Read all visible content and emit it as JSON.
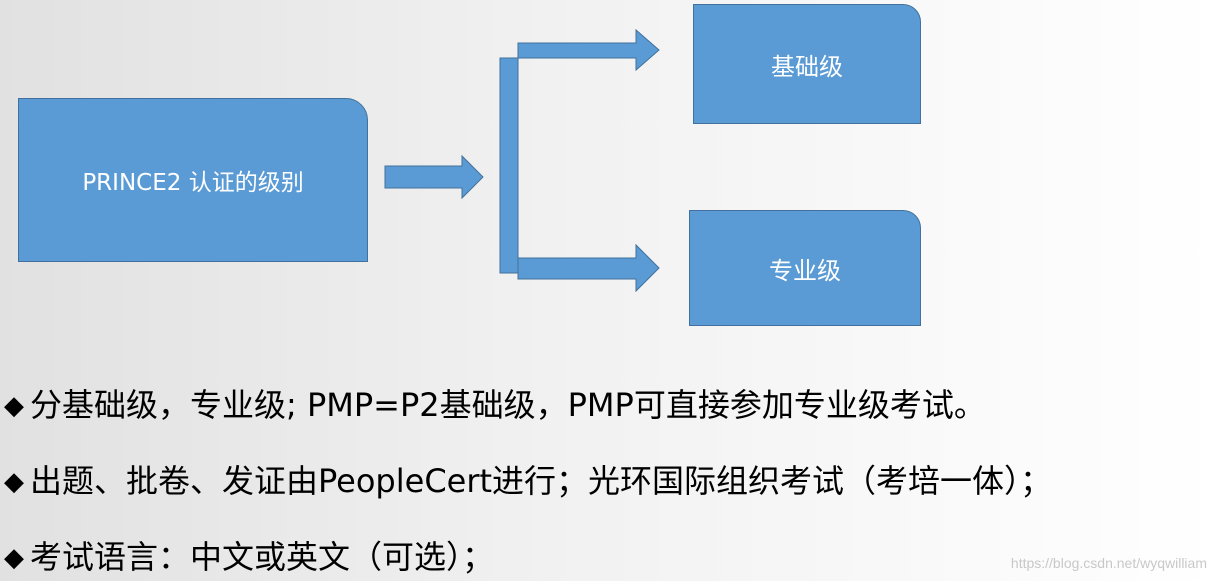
{
  "diagram": {
    "main_box": "PRINCE2 认证的级别",
    "level_basic": "基础级",
    "level_pro": "专业级",
    "box_color": "#5b9bd5",
    "border_color": "#41719c"
  },
  "bullets": [
    {
      "marker": "◆",
      "text": "分基础级，专业级; PMP=P2基础级，PMP可直接参加专业级考试。"
    },
    {
      "marker": "◆",
      "text": "出题、批卷、发证由PeopleCert进行；光环国际组织考试（考培一体）；"
    },
    {
      "marker": "◆",
      "text": "考试语言：中文或英文（可选）；"
    }
  ],
  "watermark": "https://blog.csdn.net/wyqwilliam"
}
